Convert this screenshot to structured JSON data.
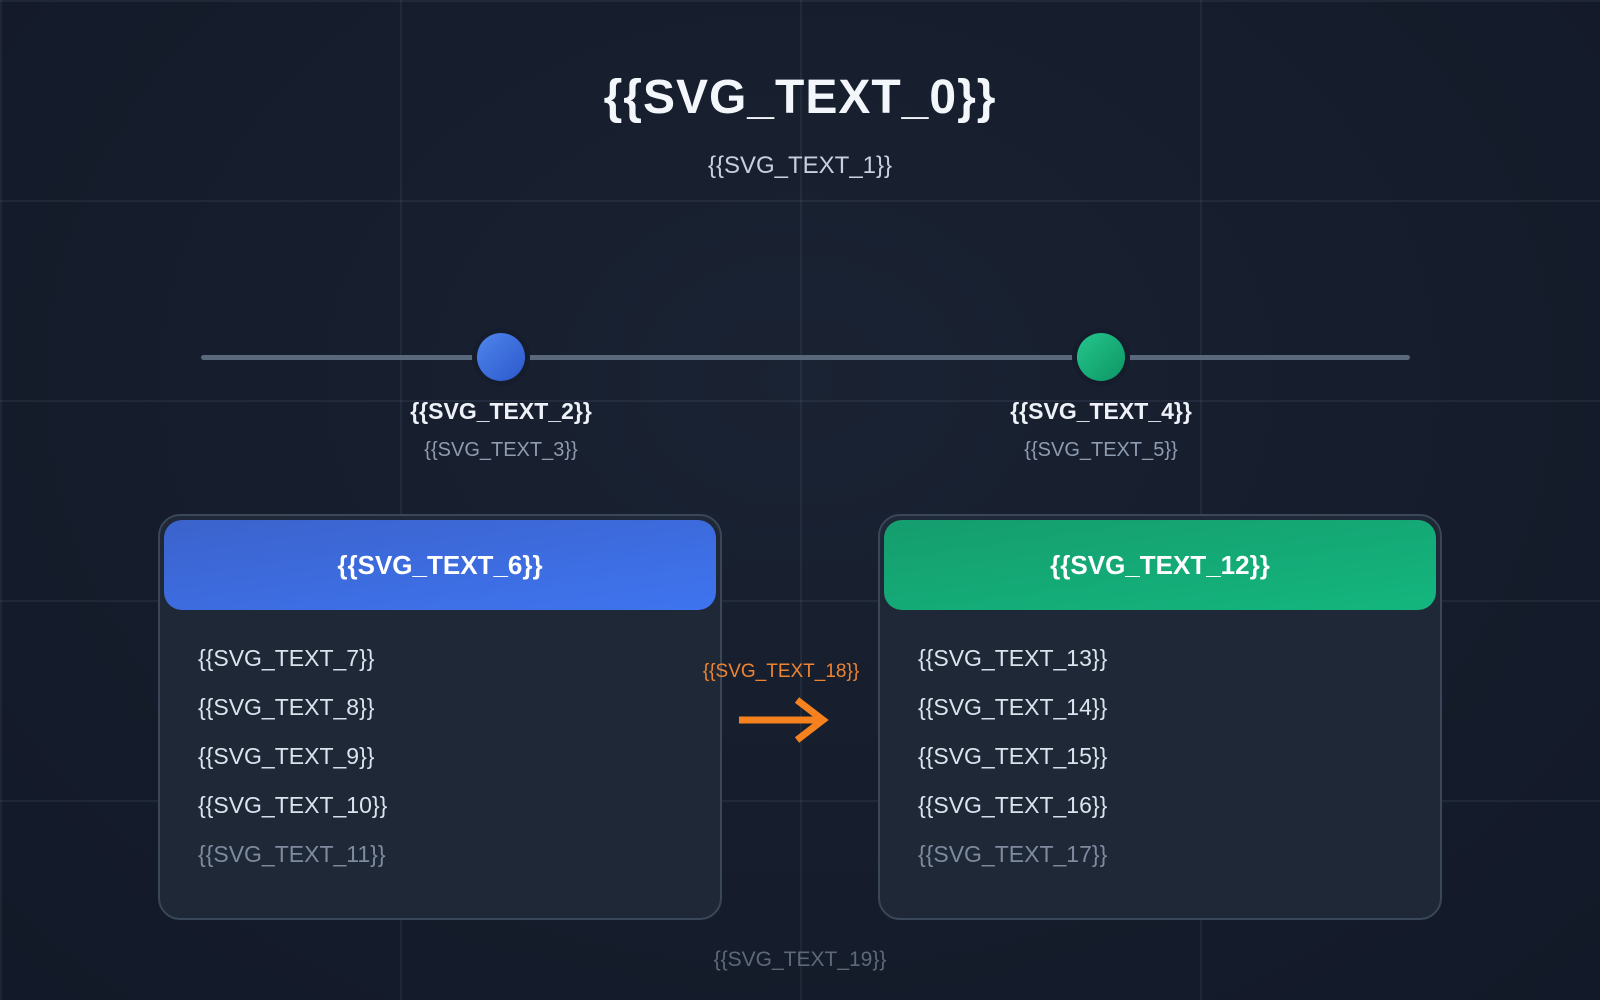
{
  "page": {
    "title": "{{SVG_TEXT_0}}",
    "subtitle": "{{SVG_TEXT_1}}",
    "footer": "{{SVG_TEXT_19}}",
    "background_color": "#151c2b",
    "grid_color": "#2a3548"
  },
  "timeline": {
    "track_color": "#59687b",
    "markers": [
      {
        "label": "{{SVG_TEXT_2}}",
        "sublabel": "{{SVG_TEXT_3}}",
        "color": "#3e6ee4"
      },
      {
        "label": "{{SVG_TEXT_4}}",
        "sublabel": "{{SVG_TEXT_5}}",
        "color": "#14b07a"
      }
    ]
  },
  "cards": {
    "left": {
      "header": "{{SVG_TEXT_6}}",
      "accent": "#3e6ee4",
      "items": [
        "{{SVG_TEXT_7}}",
        "{{SVG_TEXT_8}}",
        "{{SVG_TEXT_9}}",
        "{{SVG_TEXT_10}}",
        "{{SVG_TEXT_11}}"
      ]
    },
    "right": {
      "header": "{{SVG_TEXT_12}}",
      "accent": "#12a878",
      "items": [
        "{{SVG_TEXT_13}}",
        "{{SVG_TEXT_14}}",
        "{{SVG_TEXT_15}}",
        "{{SVG_TEXT_16}}",
        "{{SVG_TEXT_17}}"
      ]
    }
  },
  "arrow": {
    "label": "{{SVG_TEXT_18}}",
    "color": "#f5821f"
  }
}
